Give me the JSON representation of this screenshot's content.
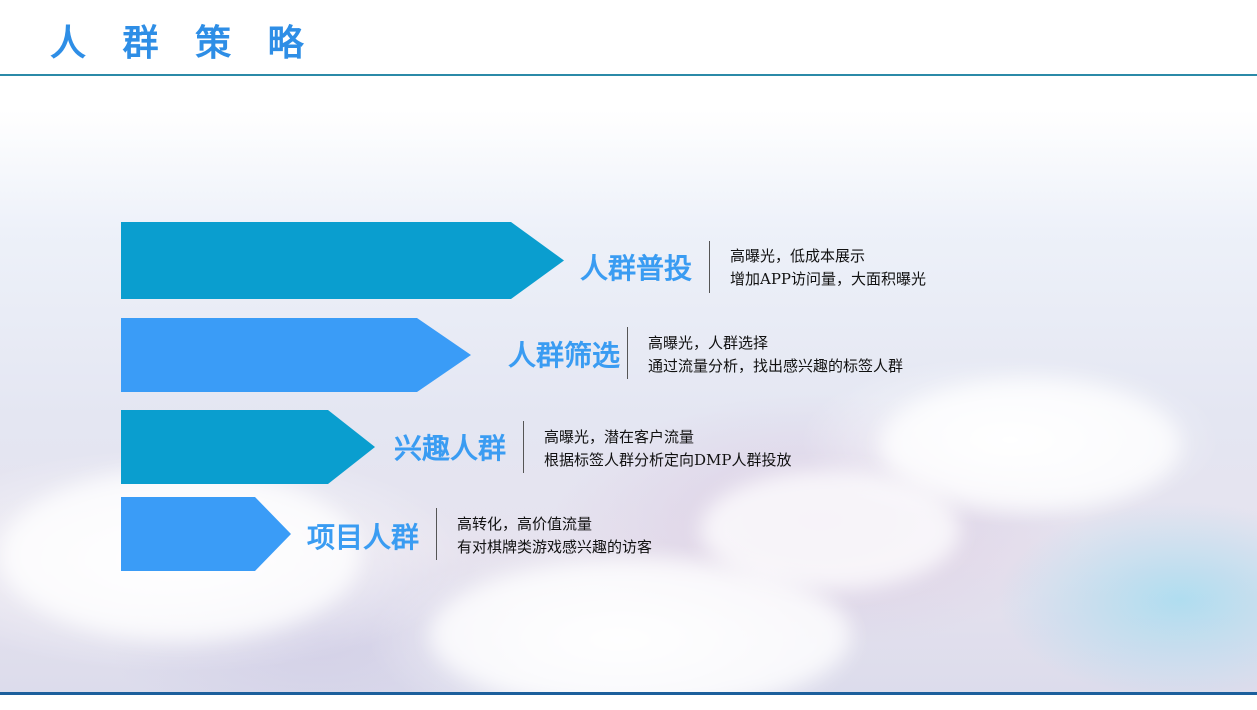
{
  "page": {
    "title": "人 群 策 略"
  },
  "colors": {
    "title": "#2e8ee6",
    "header_line": "#2b8aa8",
    "arrow_dark": "#0a9ecf",
    "arrow_light": "#3a9cf7",
    "label": "#3a9cf2"
  },
  "strategies": [
    {
      "label": "人群普投",
      "color": "#0a9ecf",
      "line1": "高曝光，低成本展示",
      "line2": "增加APP访问量，大面积曝光"
    },
    {
      "label": "人群筛选",
      "color": "#3a9cf7",
      "line1": "高曝光，人群选择",
      "line2": "通过流量分析，找出感兴趣的标签人群"
    },
    {
      "label": "兴趣人群",
      "color": "#0a9ecf",
      "line1": "高曝光，潜在客户流量",
      "line2": "根据标签人群分析定向DMP人群投放"
    },
    {
      "label": "项目人群",
      "color": "#3a9cf7",
      "line1": "高转化，高价值流量",
      "line2": "有对棋牌类游戏感兴趣的访客"
    }
  ]
}
